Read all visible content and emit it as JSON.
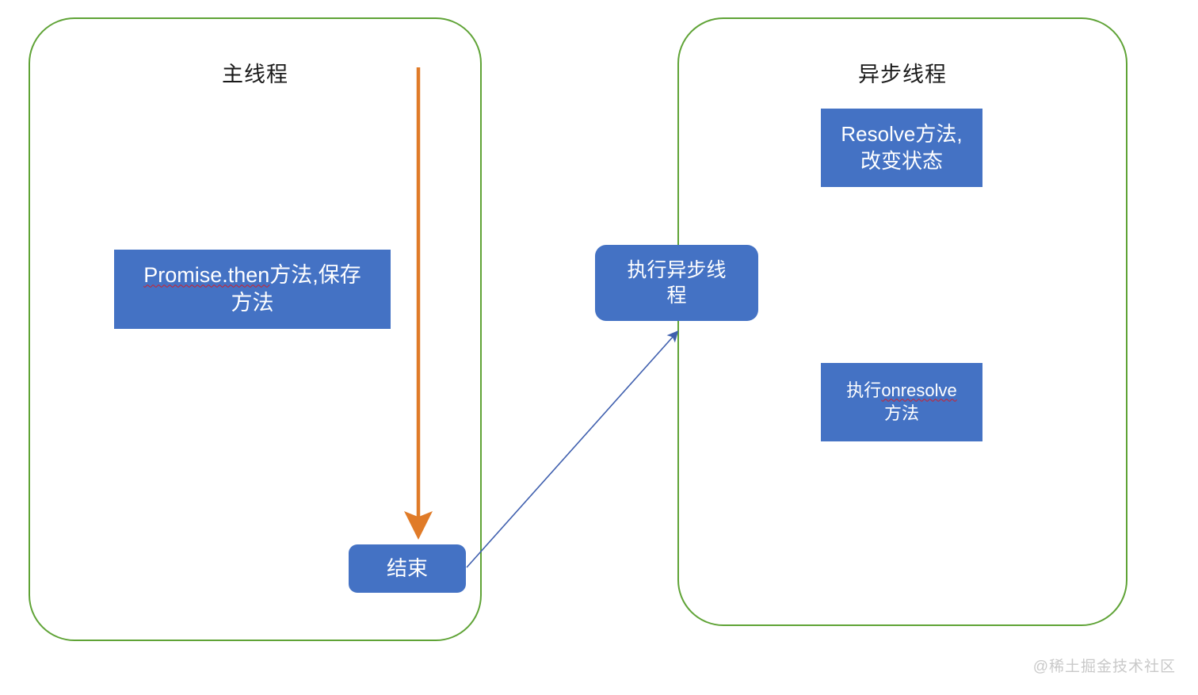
{
  "diagram": {
    "title_main_thread": "主线程",
    "title_async_thread": "异步线程",
    "container_color": "#5FA336",
    "box_color": "#4472C4",
    "orange_arrow_color": "#E07B28",
    "blue_arrow_color": "#3F5FAE"
  },
  "boxes": {
    "promise_then": {
      "latin": "Promise.then",
      "rest": "方法,保存\n方法",
      "full_text": "Promise.then方法,保存方法"
    },
    "resolve": {
      "latin": "Resolve",
      "rest": "方法,\n改变状态",
      "full_text": "Resolve方法,改变状态"
    },
    "onresolve": {
      "prefix": "执行",
      "latin": "onresolve",
      "rest": "\n方法",
      "full_text": "执行onresolve方法"
    },
    "exec_async": {
      "full_text": "执行异步线\n程"
    },
    "end": {
      "full_text": "结束"
    }
  },
  "watermark": {
    "text": "@稀土掘金技术社区"
  }
}
